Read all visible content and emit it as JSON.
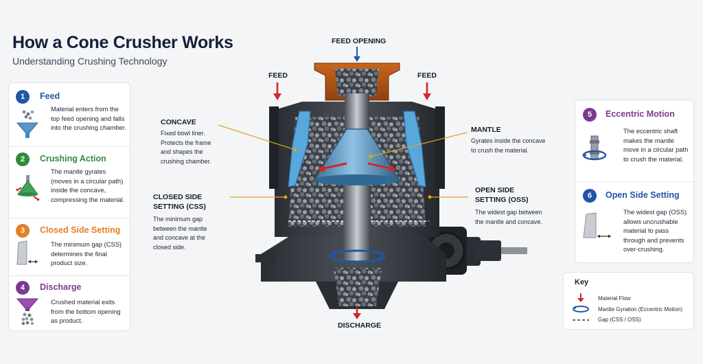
{
  "title": "How a Cone Crusher Works",
  "subtitle": "Understanding Crushing Technology",
  "colors": {
    "blue": "#1f56a6",
    "green": "#2e8b3e",
    "orange": "#e67e22",
    "purple": "#7b3a8f",
    "red": "#d0282c",
    "navy": "#13203a"
  },
  "steps": [
    {
      "number": "1",
      "title": "Feed",
      "desc": "Material enters from the top feed opening and falls into the crushing chamber.",
      "icon": "feed-hopper-icon"
    },
    {
      "number": "2",
      "title": "Crushing Action",
      "desc": "The mantle gyrates (moves in a circular path) inside the concave, compressing the material.",
      "icon": "mantle-gyration-icon"
    },
    {
      "number": "3",
      "title": "Closed Side Setting",
      "desc": "The minimum gap (CSS) determines the final product size.",
      "icon": "css-gap-icon"
    },
    {
      "number": "4",
      "title": "Discharge",
      "desc": "Crushed material exits from the bottom opening as product.",
      "icon": "discharge-funnel-icon"
    },
    {
      "number": "5",
      "title": "Eccentric Motion",
      "desc": "The eccentric shaft makes the mantle move in a circular path to crush the material.",
      "icon": "eccentric-shaft-icon"
    },
    {
      "number": "6",
      "title": "Open Side Setting",
      "desc": "The widest gap (OSS) allows uncrushable material to pass through and prevents over-crushing.",
      "icon": "oss-gap-icon"
    }
  ],
  "labels": {
    "feed_opening": "FEED OPENING",
    "feed_left": "FEED",
    "feed_right": "FEED",
    "discharge": "DISCHARGE",
    "concave_title": "CONCAVE",
    "concave_desc": "Fixed bowl liner. Protects the frame and shapes the crushing chamber.",
    "mantle_title": "MANTLE",
    "mantle_desc": "Gyrates inside the concave to crush the material.",
    "css_title": "CLOSED SIDE SETTING (CSS)",
    "css_desc": "The minimum gap between the mantle and concave at the closed side.",
    "oss_title": "OPEN SIDE SETTING (OSS)",
    "oss_desc": "The widest gap between the mantle and concave."
  },
  "key": {
    "title": "Key",
    "items": [
      {
        "label": "Material Flow",
        "icon": "red-arrow-icon"
      },
      {
        "label": "Mantle Gyration (Eccentric Motion)",
        "icon": "gyration-ring-icon"
      },
      {
        "label": "Gap (CSS / OSS)",
        "icon": "dashed-line-icon"
      }
    ]
  }
}
